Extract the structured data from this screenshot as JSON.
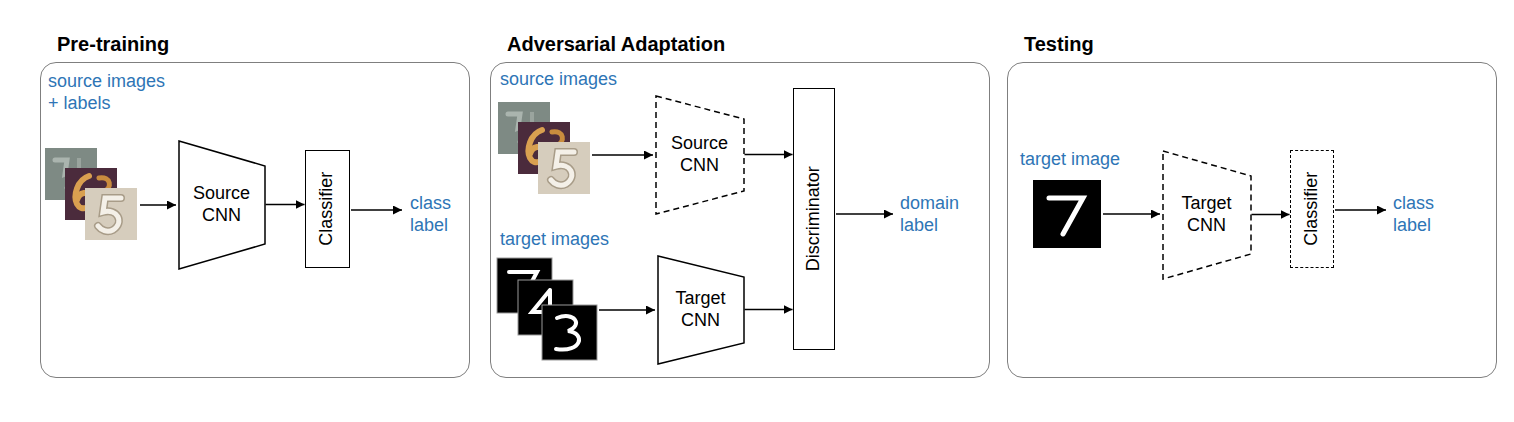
{
  "diagram": {
    "nodes": [
      {
        "text": [
          "Pre-training"
        ]
      },
      {
        "text": [
          "Source CNN"
        ],
        "in": 0
      },
      {
        "text": [
          "Classifier"
        ],
        "in": 0
      },
      {
        "text": [
          "Adversarial Adaptation"
        ]
      },
      {
        "text": [
          "Source CNN"
        ],
        "in": 3
      },
      {
        "text": [
          "Target CNN"
        ],
        "in": 3
      },
      {
        "text": [
          "Discriminator"
        ],
        "in": 3
      },
      {
        "text": [
          "Testing"
        ]
      },
      {
        "text": [
          "Target CNN"
        ],
        "in": 7
      },
      {
        "text": [
          "Classifier"
        ],
        "in": 7
      }
    ],
    "edges": [
      {
        "from": 1,
        "to": 2,
        "arrow": "to"
      },
      {
        "from": 4,
        "to": 6,
        "arrow": "to"
      },
      {
        "from": 5,
        "to": 6,
        "arrow": "to"
      },
      {
        "from": 8,
        "to": 9,
        "arrow": "to"
      }
    ],
    "labels": [
      "source images + labels",
      "class label",
      "source images",
      "target images",
      "domain label",
      "target image",
      "class label"
    ]
  }
}
